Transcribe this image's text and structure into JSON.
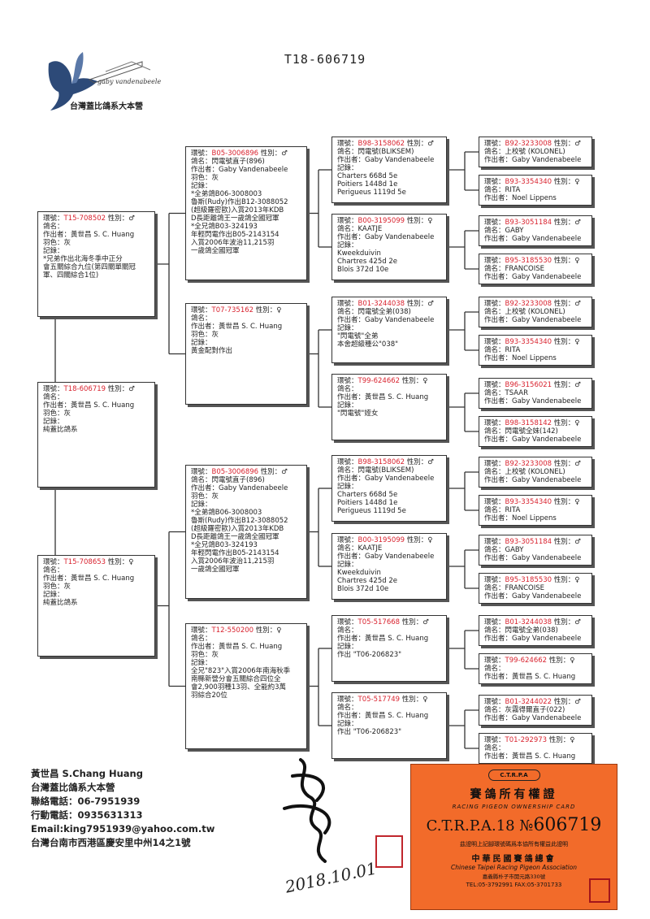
{
  "doc_title": "T18-606719",
  "logo": {
    "subtitle": "gaby vandenabeele",
    "name": "台灣蓋比鴿系大本營",
    "icon": "pigeon-icon"
  },
  "pedigree": {
    "gen1": [
      {
        "ring_label": "環號：",
        "ring": "T18-606719",
        "sex": "性別：♂",
        "lines": [
          "鴿名：",
          "作出者：黃世昌 S. C. Huang",
          "羽色：灰",
          "記錄：",
          "純蓋比鴿系"
        ]
      }
    ],
    "gen2": [
      {
        "ring_label": "環號：",
        "ring": "T15-708502",
        "sex": "性別：♂",
        "lines": [
          "鴿名：",
          "作出者：黃世昌 S. C. Huang",
          "羽色：灰",
          "記錄：",
          "*兄弟作出北海冬季中正分",
          "會五關綜合九位(第四關單關冠",
          "軍、四關綜合1位)"
        ]
      },
      {
        "ring_label": "環號：",
        "ring": "T15-708653",
        "sex": "性別：♀",
        "lines": [
          "鴿名：",
          "作出者：黃世昌 S. C. Huang",
          "羽色：灰",
          "記錄：",
          "純蓋比鴿系"
        ]
      }
    ],
    "gen3": [
      {
        "ring_label": "環號：",
        "ring": "B05-3006896",
        "sex": "性別：♂",
        "lines": [
          "鴿名：閃電號直子(896)",
          "作出者：Gaby Vandenabeele",
          "羽色：灰",
          "記錄：",
          "*全弟鴿B06-3008003",
          "魯斯(Rudy)作出B12-3088052",
          "(超級羅密歐)入賞2013年KDB",
          "D長距離鴿王一歲鴿全國冠軍",
          "*全兄鴿B03-324193",
          "年輕閃電作出B05-2143154",
          "入賞2006年波治11,215羽",
          "一歲鴿全國冠軍"
        ]
      },
      {
        "ring_label": "環號：",
        "ring": "T07-735162",
        "sex": "性別：♀",
        "lines": [
          "鴿名：",
          "作出者：黃世昌 S. C. Huang",
          "羽色：灰",
          "記錄：",
          "黃金配對作出"
        ]
      },
      {
        "ring_label": "環號：",
        "ring": "B05-3006896",
        "sex": "性別：♂",
        "lines": [
          "鴿名：閃電號直子(896)",
          "作出者：Gaby Vandenabeele",
          "羽色：灰",
          "記錄：",
          "*全弟鴿B06-3008003",
          "魯斯(Rudy)作出B12-3088052",
          "(超級羅密歐)入賞2013年KDB",
          "D長距離鴿王一歲鴿全國冠軍",
          "*全兄鴿B03-324193",
          "年輕閃電作出B05-2143154",
          "入賞2006年波治11,215羽",
          "一歲鴿全國冠軍"
        ]
      },
      {
        "ring_label": "環號：",
        "ring": "T12-550200",
        "sex": "性別：♀",
        "lines": [
          "鴿名：",
          "作出者：黃世昌 S. C. Huang",
          "羽色：灰",
          "記錄：",
          "全兄\"823\"入賞2006年南海秋季",
          "南縣新營分會五關綜合四位全",
          "會2,900羽種13羽、全能約3萬",
          "羽綜合20位"
        ]
      }
    ],
    "gen4": [
      {
        "ring_label": "環號：",
        "ring": "B98-3158062",
        "sex": "性別：♂",
        "lines": [
          "鴿名：閃電號(BLIKSEM)",
          "作出者：Gaby Vandenabeele",
          "記錄：",
          "Charters 668d 5e",
          "Poitiers 1448d 1e",
          "Perigueus 1119d 5e"
        ]
      },
      {
        "ring_label": "環號：",
        "ring": "B00-3195099",
        "sex": "性別：♀",
        "lines": [
          "鴿名：KAATJE",
          "作出者：Gaby Vandenabeele",
          "記錄：",
          "Kweekduivin",
          "Chartres 425d 2e",
          "Blois 372d 10e"
        ]
      },
      {
        "ring_label": "環號：",
        "ring": "B01-3244038",
        "sex": "性別：♂",
        "lines": [
          "鴿名：閃電號全弟(038)",
          "作出者：Gaby Vandenabeele",
          "記錄：",
          "\"閃電號\"全弟",
          "本舍超級種公\"038\""
        ]
      },
      {
        "ring_label": "環號：",
        "ring": "T99-624662",
        "sex": "性別：♀",
        "lines": [
          "鴿名：",
          "作出者：黃世昌 S. C. Huang",
          "記錄：",
          "\"閃電號\"姪女"
        ]
      },
      {
        "ring_label": "環號：",
        "ring": "B98-3158062",
        "sex": "性別：♂",
        "lines": [
          "鴿名：閃電號(BLIKSEM)",
          "作出者：Gaby Vandenabeele",
          "記錄：",
          "Charters 668d 5e",
          "Poitiers 1448d 1e",
          "Perigueus 1119d 5e"
        ]
      },
      {
        "ring_label": "環號：",
        "ring": "B00-3195099",
        "sex": "性別：♀",
        "lines": [
          "鴿名：KAATJE",
          "作出者：Gaby Vandenabeele",
          "記錄：",
          "Kweekduivin",
          "Chartres 425d 2e",
          "Blois 372d 10e"
        ]
      },
      {
        "ring_label": "環號：",
        "ring": "T05-517668",
        "sex": "性別：♂",
        "lines": [
          "鴿名：",
          "作出者：黃世昌 S. C. Huang",
          "記錄：",
          "作出 \"T06-206823\""
        ]
      },
      {
        "ring_label": "環號：",
        "ring": "T05-517749",
        "sex": "性別：♀",
        "lines": [
          "鴿名：",
          "作出者：黃世昌 S. C. Huang",
          "記錄：",
          "作出 \"T06-206823\""
        ]
      }
    ],
    "gen5": [
      {
        "ring_label": "環號：",
        "ring": "B92-3233008",
        "sex": "性別：♂",
        "lines": [
          "鴿名：上校號 (KOLONEL)",
          "作出者：Gaby Vandenabeele"
        ]
      },
      {
        "ring_label": "環號：",
        "ring": "B93-3354340",
        "sex": "性別：♀",
        "lines": [
          "鴿名：RITA",
          "作出者：Noel Lippens"
        ]
      },
      {
        "ring_label": "環號：",
        "ring": "B93-3051184",
        "sex": "性別：♂",
        "lines": [
          "鴿名：GABY",
          "作出者：Gaby Vandenabeele"
        ]
      },
      {
        "ring_label": "環號：",
        "ring": "B95-3185530",
        "sex": "性別：♀",
        "lines": [
          "鴿名：FRANCOISE",
          "作出者：Gaby Vandenabeele"
        ]
      },
      {
        "ring_label": "環號：",
        "ring": "B92-3233008",
        "sex": "性別：♂",
        "lines": [
          "鴿名：上校號 (KOLONEL)",
          "作出者：Gaby Vandenabeele"
        ]
      },
      {
        "ring_label": "環號：",
        "ring": "B93-3354340",
        "sex": "性別：♀",
        "lines": [
          "鴿名：RITA",
          "作出者：Noel Lippens"
        ]
      },
      {
        "ring_label": "環號：",
        "ring": "B96-3156021",
        "sex": "性別：♂",
        "lines": [
          "鴿名：TSAAR",
          "作出者：Gaby Vandenabeele"
        ]
      },
      {
        "ring_label": "環號：",
        "ring": "B98-3158142",
        "sex": "性別：♀",
        "lines": [
          "鴿名：閃電號全妹(142)",
          "作出者：Gaby Vandenabeele"
        ]
      },
      {
        "ring_label": "環號：",
        "ring": "B92-3233008",
        "sex": "性別：♂",
        "lines": [
          "鴿名：上校號 (KOLONEL)",
          "作出者：Gaby Vandenabeele"
        ]
      },
      {
        "ring_label": "環號：",
        "ring": "B93-3354340",
        "sex": "性別：♀",
        "lines": [
          "鴿名：RITA",
          "作出者：Noel Lippens"
        ]
      },
      {
        "ring_label": "環號：",
        "ring": "B93-3051184",
        "sex": "性別：♂",
        "lines": [
          "鴿名：GABY",
          "作出者：Gaby Vandenabeele"
        ]
      },
      {
        "ring_label": "環號：",
        "ring": "B95-3185530",
        "sex": "性別：♀",
        "lines": [
          "鴿名：FRANCOISE",
          "作出者：Gaby Vandenabeele"
        ]
      },
      {
        "ring_label": "環號：",
        "ring": "B01-3244038",
        "sex": "性別：♂",
        "lines": [
          "鴿名：閃電號全弟(038)",
          "作出者：Gaby Vandenabeele"
        ]
      },
      {
        "ring_label": "環號：",
        "ring": "T99-624662",
        "sex": "性別：♀",
        "lines": [
          "鴿名：",
          "作出者：黃世昌 S. C. Huang"
        ]
      },
      {
        "ring_label": "環號：",
        "ring": "B01-3244022",
        "sex": "性別：♂",
        "lines": [
          "鴿名：灰霧得爾直子(022)",
          "作出者：Gaby Vandenabeele"
        ]
      },
      {
        "ring_label": "環號：",
        "ring": "T01-292973",
        "sex": "性別：♀",
        "lines": [
          "鴿名：",
          "作出者：黃世昌 S. C. Huang"
        ]
      }
    ]
  },
  "contact": {
    "name": "黃世昌 S.Chang Huang",
    "org": "台灣蓋比鴿系大本營",
    "phone": "聯絡電話：06-7951939",
    "mobile": "行動電話：0935631313",
    "email": "Email:king7951939@yahoo.com.tw",
    "address": "台灣台南市西港區慶安里中州14之1號"
  },
  "signature_date": "2018.10.01",
  "card": {
    "badge": "C.T.R.P.A",
    "title": "賽鴿所有權證",
    "subtitle_en": "RACING PIGEON OWNERSHIP CARD",
    "number_prefix": "C.T.R.P.A.18 №",
    "number": "606719",
    "certify": "茲證明上記腳環號碼爲本協所有權益此證明",
    "org": "中華民國賽鴿總會",
    "org_en": "Chinese Taipei Racing Pigeon Association",
    "address": "嘉義縣朴子市開元路330號",
    "tel": "TEL:05-3792991   FAX:05-3701733"
  },
  "colors": {
    "ring": "#d9232f",
    "card": "#f26b2a",
    "stamp": "#c0262c"
  }
}
